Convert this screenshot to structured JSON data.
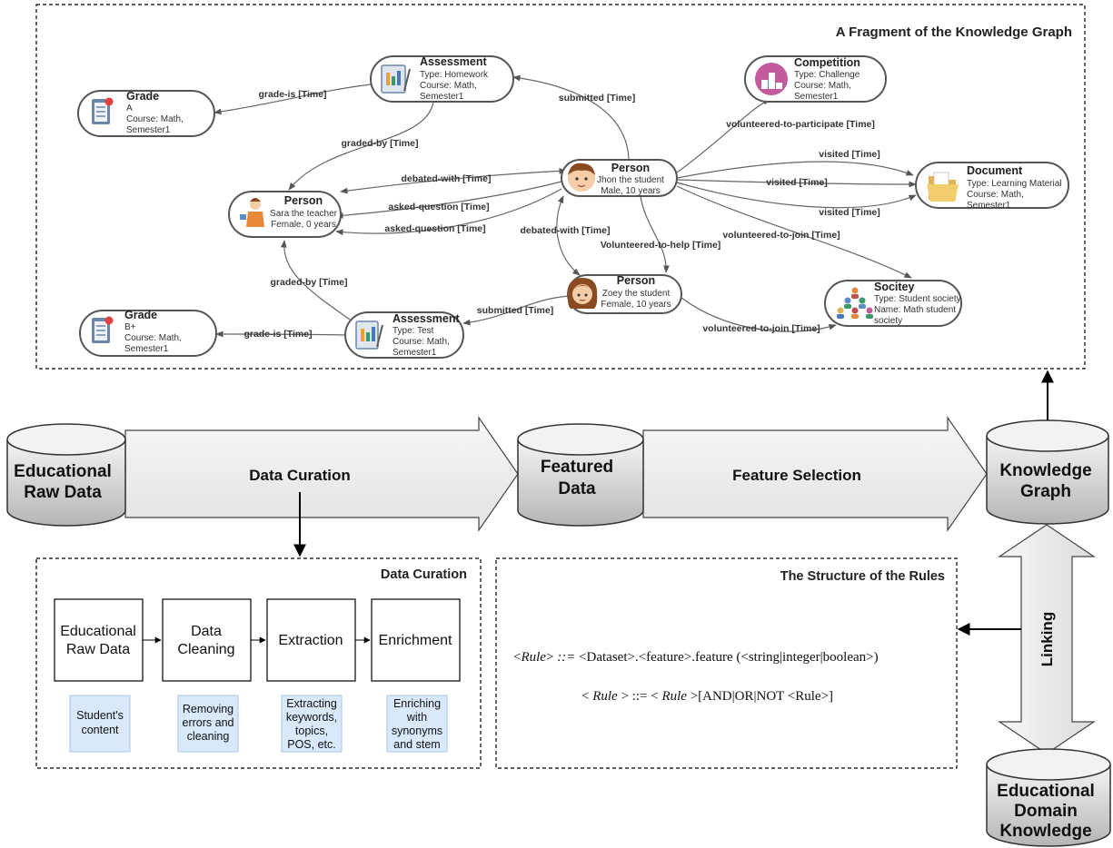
{
  "kg": {
    "title": "A Fragment of the Knowledge Graph",
    "nodes": {
      "grade_a": {
        "title": "Grade",
        "lines": [
          "A",
          "Course: Math,",
          "Semester1"
        ]
      },
      "assess_hw": {
        "title": "Assessment",
        "lines": [
          "Type: Homework",
          "Course: Math,",
          "Semester1"
        ]
      },
      "competition": {
        "title": "Competition",
        "lines": [
          "Type: Challenge",
          "Course: Math,",
          "Semester1"
        ]
      },
      "person_jhon": {
        "title": "Person",
        "lines": [
          "Jhon the student",
          "Male, 10 years"
        ]
      },
      "document": {
        "title": "Document",
        "lines": [
          "Type: Learning Material",
          "Course: Math,",
          "Semester1"
        ]
      },
      "person_sara": {
        "title": "Person",
        "lines": [
          "Sara the teacher",
          "Female, 0 years"
        ]
      },
      "person_zoey": {
        "title": "Person",
        "lines": [
          "Zoey the student",
          "Female, 10 years"
        ]
      },
      "society": {
        "title": "Socitey",
        "lines": [
          "Type: Student society",
          "Name: Math student",
          "society"
        ]
      },
      "grade_b": {
        "title": "Grade",
        "lines": [
          "B+",
          "Course: Math,",
          "Semester1"
        ]
      },
      "assess_test": {
        "title": "Assessment",
        "lines": [
          "Type: Test",
          "Course: Math,",
          "Semester1"
        ]
      }
    },
    "edges": {
      "grade_is_1": "grade-is [Time]",
      "submitted_1": "submitted [Time]",
      "volunteered_participate": "volunteered-to-participate [Time]",
      "graded_by_1": "graded-by [Time]",
      "debated_with_1": "debated-with [Time]",
      "asked_question_1": "asked-question [Time]",
      "asked_question_2": "asked-question [Time]",
      "visited_1": "visited [Time]",
      "visited_2": "visited [Time]",
      "visited_3": "visited [Time]",
      "debated_with_2": "debated-with [Time]",
      "volunteered_help": "Volunteered-to-help [Time]",
      "volunteered_join_1": "volunteered-to-join [Time]",
      "graded_by_2": "graded-by [Time]",
      "submitted_2": "submitted [Time]",
      "grade_is_2": "grade-is [Time]",
      "volunteered_join_2": "volunteered-to-join [Time]"
    }
  },
  "pipeline": {
    "raw_data": [
      "Educational",
      "Raw Data"
    ],
    "featured_data": [
      "Featured",
      "Data"
    ],
    "knowledge_graph": [
      "Knowledge",
      "Graph"
    ],
    "domain_knowledge": [
      "Educational",
      "Domain",
      "Knowledge"
    ],
    "data_curation_arrow": "Data Curation",
    "feature_selection_arrow": "Feature Selection",
    "linking_arrow": "Linking"
  },
  "curation": {
    "title": "Data Curation",
    "steps": [
      {
        "lines": [
          "Educational",
          "Raw Data"
        ],
        "note": [
          "Student's",
          "content"
        ]
      },
      {
        "lines": [
          "Data",
          "Cleaning"
        ],
        "note": [
          "Removing",
          "errors and",
          "cleaning"
        ]
      },
      {
        "lines": [
          "Extraction"
        ],
        "note": [
          "Extracting",
          "keywords,",
          "topics,",
          "POS, etc."
        ]
      },
      {
        "lines": [
          "Enrichment"
        ],
        "note": [
          "Enriching",
          "with",
          "synonyms",
          "and stem"
        ]
      }
    ]
  },
  "rules": {
    "title": "The Structure of the Rules",
    "rule1": {
      "open": "<",
      "rule": "Rule",
      "close": ">",
      "op": " ::= ",
      "rest": "<Dataset>.<feature>.feature (<string|integer|boolean>)"
    },
    "rule2": {
      "open": "< ",
      "rule": "Rule",
      "close": " > ::= < ",
      "rule_b": "Rule",
      "rest": " >[AND|OR|NOT <Rule>]"
    }
  },
  "colors": {
    "note_fill": "#dae8fc",
    "note_stroke": "#a9c4eb",
    "cyl_top": "#f2f2f2",
    "cyl_bottom": "#b8b8b8"
  }
}
